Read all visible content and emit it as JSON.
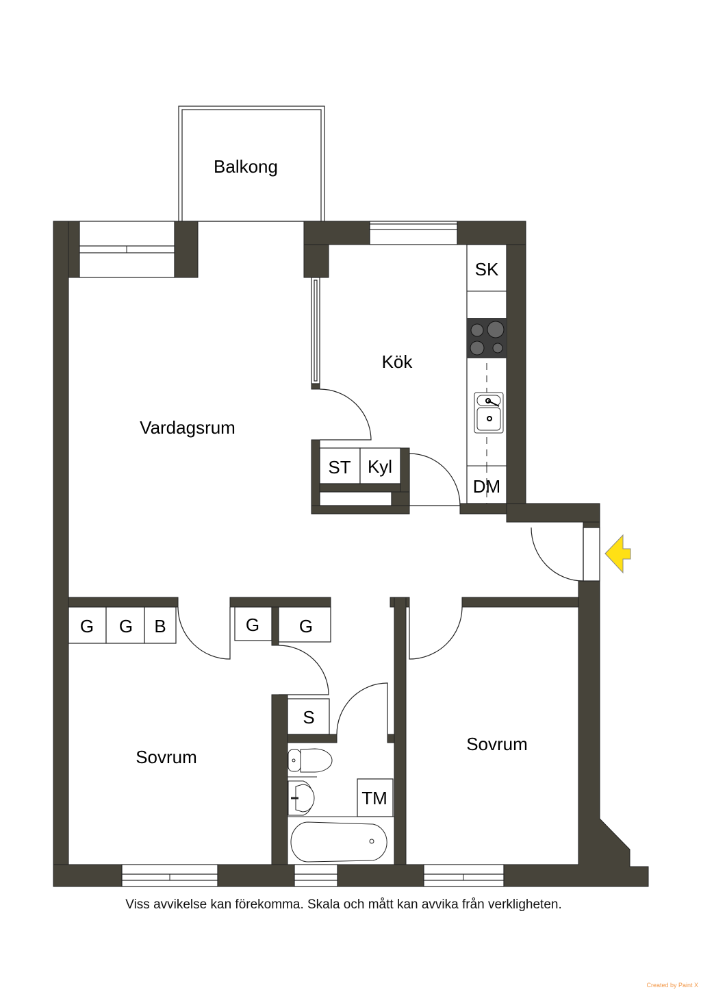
{
  "rooms": {
    "balcony": "Balkong",
    "kitchen": "Kök",
    "living_room": "Vardagsrum",
    "bedroom_left": "Sovrum",
    "bedroom_right": "Sovrum"
  },
  "fixtures": {
    "pantry": "SK",
    "dishwasher": "DM",
    "freezer": "ST",
    "fridge": "Kyl",
    "closet_1": "G",
    "closet_2": "G",
    "closet_3": "B",
    "closet_4": "G",
    "closet_5": "G",
    "storage": "S",
    "washer": "TM"
  },
  "colors": {
    "wall": "#47443a",
    "entry_arrow": "#ffe015"
  },
  "footer": {
    "disclaimer": "Viss avvikelse kan förekomma. Skala och mått kan avvika från verkligheten.",
    "credit": "Created by Paint X"
  }
}
